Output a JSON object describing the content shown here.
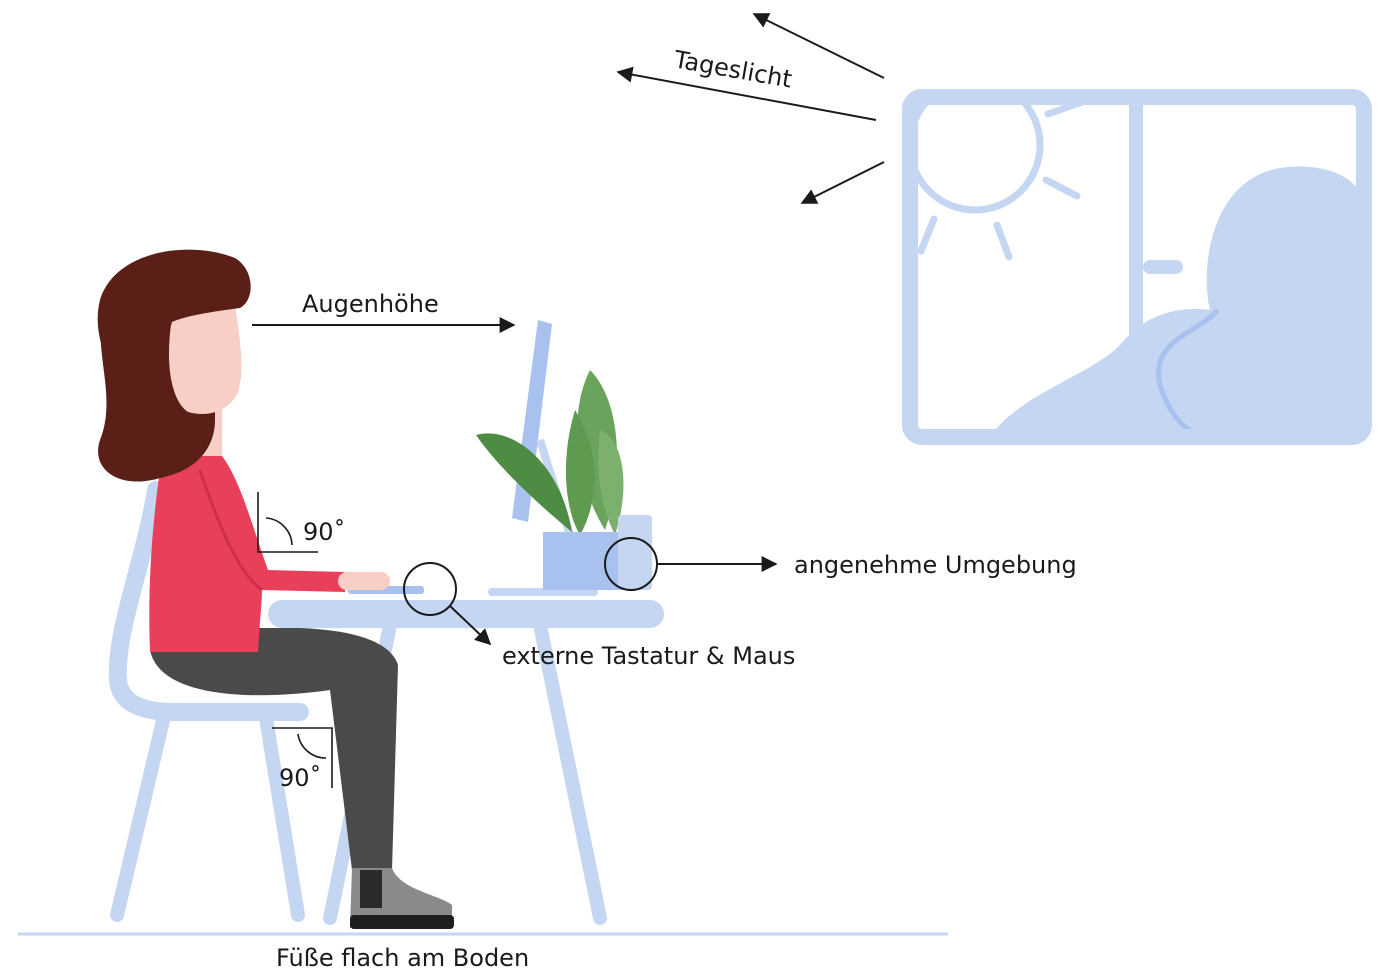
{
  "labels": {
    "daylight": "Tageslicht",
    "eye_level": "Augenhöhe",
    "pleasant_environment": "angenehme Umgebung",
    "external_keyboard_mouse": "externe Tastatur & Maus",
    "feet_flat": "Füße flach am Boden",
    "angle_elbow": "90˚",
    "angle_knee": "90˚"
  },
  "colors": {
    "light_blue": "#c5d6f3",
    "mid_blue": "#a8c1ef",
    "shirt_red": "#e8405a",
    "hair_brown": "#5a1f17",
    "skin": "#f7cfc7",
    "pants_gray": "#4a4a4a",
    "plant_green": "#5e9a50",
    "text": "#1a1a1a"
  }
}
